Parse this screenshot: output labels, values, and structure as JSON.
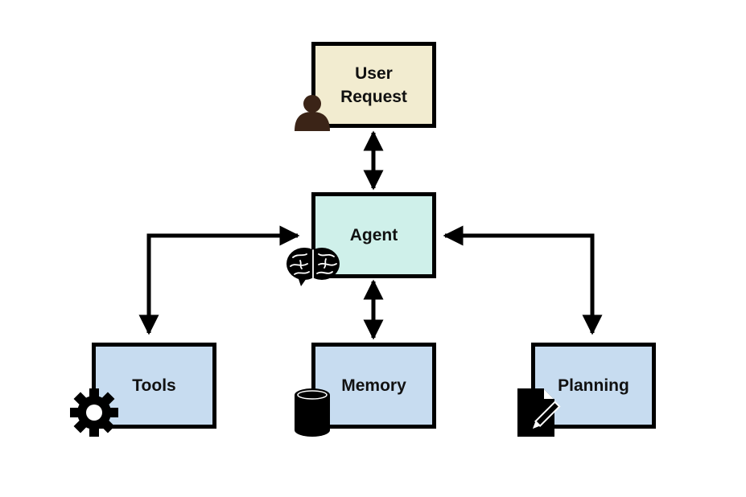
{
  "diagram": {
    "nodes": {
      "user_request": {
        "label": "User\nRequest",
        "icon": "person-icon"
      },
      "agent": {
        "label": "Agent",
        "icon": "brain-icon"
      },
      "tools": {
        "label": "Tools",
        "icon": "gear-icon"
      },
      "memory": {
        "label": "Memory",
        "icon": "database-icon"
      },
      "planning": {
        "label": "Planning",
        "icon": "document-edit-icon"
      }
    },
    "edges": [
      {
        "from": "User Request",
        "to": "Agent",
        "direction": "both"
      },
      {
        "from": "Agent",
        "to": "Tools",
        "direction": "both"
      },
      {
        "from": "Agent",
        "to": "Memory",
        "direction": "both"
      },
      {
        "from": "Agent",
        "to": "Planning",
        "direction": "both"
      }
    ],
    "colors": {
      "user_request_fill": "#f2ecd0",
      "agent_fill": "#cff0ea",
      "component_fill": "#c7dcf0",
      "border": "#000000",
      "person_icon": "#3b2417"
    }
  }
}
